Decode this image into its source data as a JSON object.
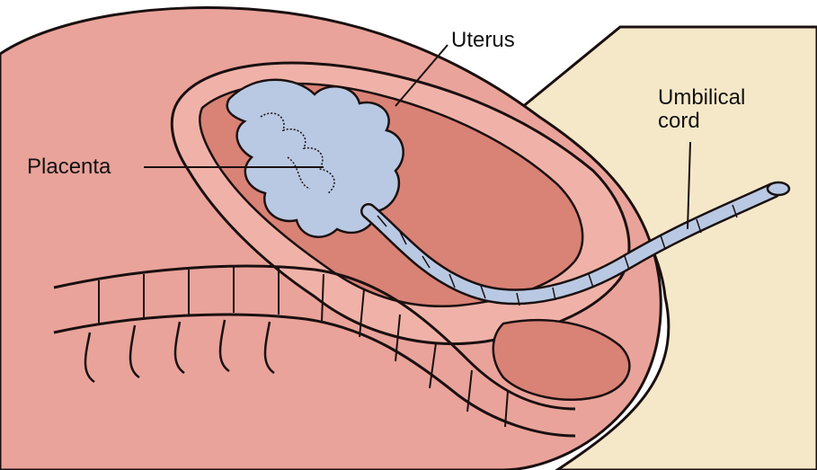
{
  "labels": {
    "uterus": "Uterus",
    "placenta": "Placenta",
    "umbilical_cord_line1": "Umbilical",
    "umbilical_cord_line2": "cord"
  },
  "colors": {
    "tissue": "#e9a39a",
    "tissue_dark": "#cf7469",
    "placenta_blue": "#b9c9e3",
    "skin_beige": "#f5e8c8",
    "outline": "#1a1010"
  }
}
